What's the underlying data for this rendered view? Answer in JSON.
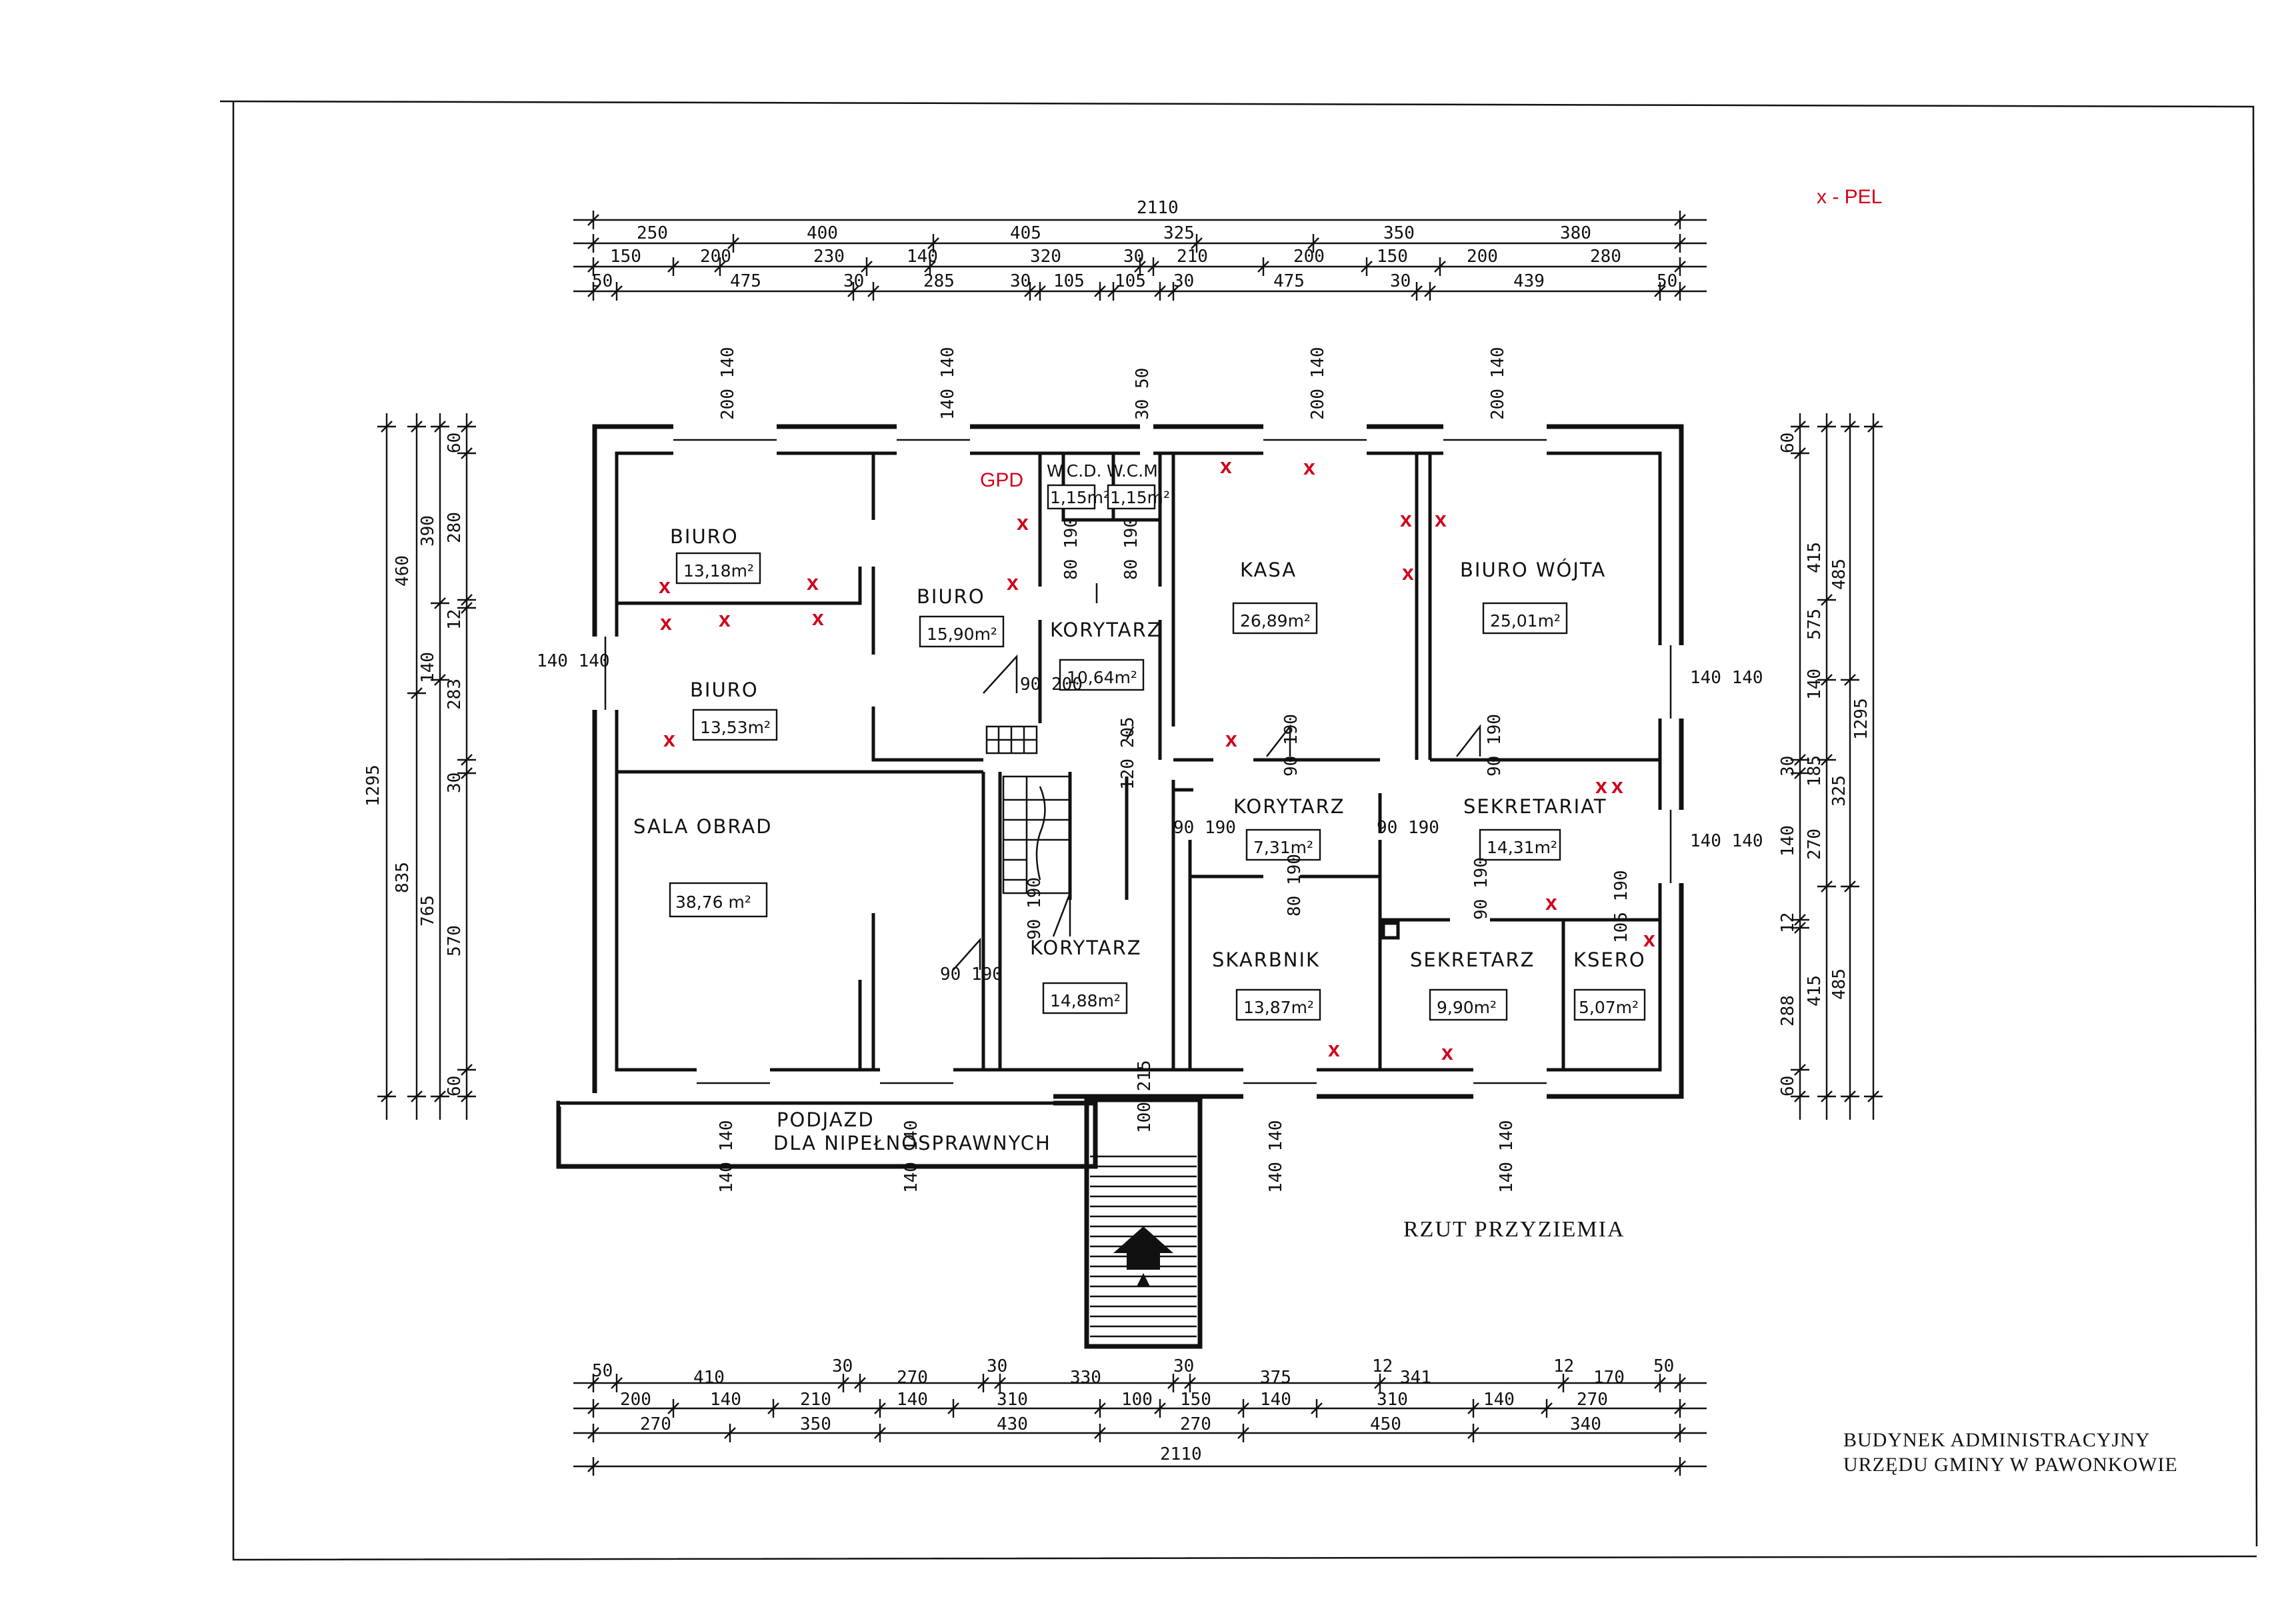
{
  "legend": {
    "text": "x - PEL"
  },
  "marker": {
    "symbol": "x"
  },
  "gpd": {
    "text": "GPD"
  },
  "drawing_title": "RZUT PRZYZIEMIA",
  "building": {
    "line1": "BUDYNEK ADMINISTRACYJNY",
    "line2": "URZĘDU GMINY W PAWONKOWIE"
  },
  "rooms": [
    {
      "name": "BIURO",
      "area": "13,18m²"
    },
    {
      "name": "BIURO",
      "area": "15,90m²"
    },
    {
      "name": "BIURO",
      "area": "13,53m²"
    },
    {
      "name": "W.C.D.",
      "area": "1,15m²"
    },
    {
      "name": "W.C.M.",
      "area": "1,15m²"
    },
    {
      "name": "KORYTARZ",
      "area": "10,64m²"
    },
    {
      "name": "KASA",
      "area": "26,89m²"
    },
    {
      "name": "BIURO WÓJTA",
      "area": "25,01m²"
    },
    {
      "name": "SALA OBRAD",
      "area": "38,76 m²"
    },
    {
      "name": "KORYTARZ",
      "area": "7,31m²"
    },
    {
      "name": "SEKRETARIAT",
      "area": "14,31m²"
    },
    {
      "name": "KORYTARZ",
      "area": "14,88m²"
    },
    {
      "name": "SKARBNIK",
      "area": "13,87m²"
    },
    {
      "name": "SEKRETARZ",
      "area": "9,90m²"
    },
    {
      "name": "KSERO",
      "area": "5,07m²"
    }
  ],
  "ramp": {
    "line1": "PODJAZD",
    "line2": "DLA NIPEŁNOSPRAWNYCH"
  },
  "dims_top": {
    "total": "2110",
    "row1": [
      "250",
      "400",
      "405",
      "325",
      "350",
      "380"
    ],
    "row2": [
      "150",
      "200",
      "230",
      "140",
      "320",
      "30",
      "210",
      "200",
      "150",
      "200",
      "280"
    ],
    "row3": [
      "50",
      "475",
      "30",
      "285",
      "30",
      "105",
      "105",
      "30",
      "475",
      "30",
      "439",
      "50"
    ]
  },
  "dims_bottom": {
    "row1": [
      "50",
      "410",
      "30",
      "270",
      "30",
      "330",
      "30",
      "375",
      "12",
      "341",
      "12",
      "170",
      "50"
    ],
    "row2": [
      "200",
      "140",
      "210",
      "140",
      "310",
      "100",
      "150",
      "140",
      "310",
      "140",
      "270"
    ],
    "row3": [
      "270",
      "350",
      "430",
      "270",
      "450",
      "340"
    ],
    "total": "2110"
  },
  "dims_left": {
    "total": "1295",
    "outer": [
      "460",
      "835"
    ],
    "mid": [
      "390",
      "140",
      "765"
    ],
    "inner": [
      "60",
      "280",
      "12",
      "283",
      "30",
      "570",
      "60"
    ]
  },
  "dims_right": {
    "total": "1295",
    "outer": [
      "485",
      "325",
      "485"
    ],
    "mid": [
      "415",
      "575",
      "140",
      "185",
      "270",
      "415"
    ],
    "inner": [
      "60",
      "30",
      "140",
      "12",
      "288",
      "60"
    ]
  },
  "openings": {
    "win_top": [
      "200 140",
      "140 140",
      "30 50",
      "200 140",
      "200 140"
    ],
    "win_side": [
      "140 140",
      "140 140",
      "140 140"
    ],
    "win_bottom": [
      "140 140",
      "140 140",
      "140 140",
      "140 140"
    ],
    "doors": [
      "90 200",
      "120 205",
      "90 190",
      "90 190",
      "90 190",
      "90 190",
      "80 190",
      "80 190",
      "80 190",
      "90 190",
      "90 190",
      "105 190",
      "90 190",
      "100 215"
    ]
  }
}
